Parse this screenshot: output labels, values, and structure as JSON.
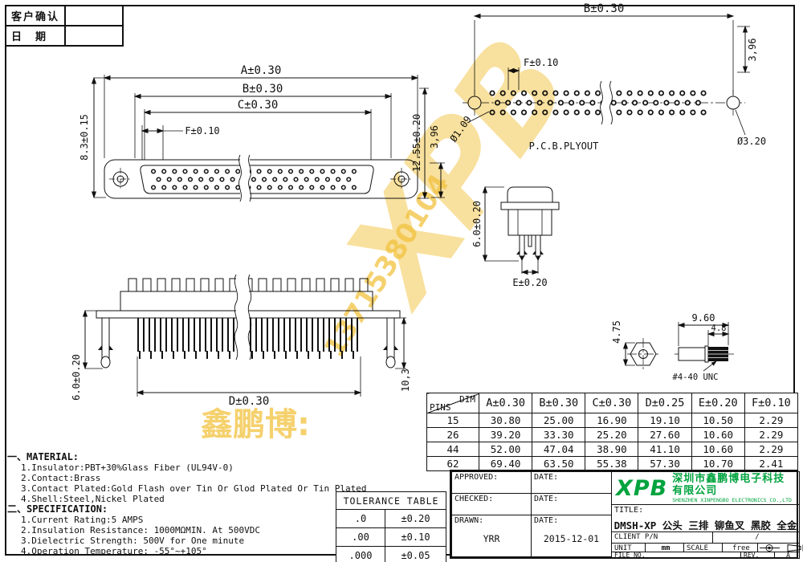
{
  "confirm_box": {
    "row1_label": "客户确认",
    "row2_label": "日　期"
  },
  "drawing": {
    "front": {
      "dim_a": "A±0.30",
      "dim_b": "B±0.30",
      "dim_c": "C±0.30",
      "dim_f": "F±0.10",
      "dim_height": "8.3±0.15",
      "dim_right": "12.55±0.20",
      "dim_396": "3,96"
    },
    "pcb": {
      "dim_b": "B±0.30",
      "dim_f": "F±0.10",
      "dim_396": "3,96",
      "dia_pin": "Ø1.09",
      "dia_hole": "Ø3.20",
      "caption": "P.C.B.PLYOUT"
    },
    "side": {
      "dim_height": "6.0±0.20",
      "dim_e": "E±0.20"
    },
    "bottom": {
      "dim_d": "D±0.30",
      "dim_103": "10,3",
      "dim_height": "6.0±0.20"
    },
    "screw": {
      "dim_len": "9.60",
      "dim_thread_len": "4.8",
      "dim_hex": "4.75",
      "thread_spec": "#4-40 UNC"
    }
  },
  "dim_table": {
    "corner_top": "DIM",
    "corner_bottom": "PINS",
    "headers": [
      "A±0.30",
      "B±0.30",
      "C±0.30",
      "D±0.25",
      "E±0.20",
      "F±0.10"
    ],
    "rows": [
      {
        "pins": "15",
        "values": [
          "30.80",
          "25.00",
          "16.90",
          "19.10",
          "10.50",
          "2.29"
        ]
      },
      {
        "pins": "26",
        "values": [
          "39.20",
          "33.30",
          "25.20",
          "27.60",
          "10.60",
          "2.29"
        ]
      },
      {
        "pins": "44",
        "values": [
          "52.00",
          "47.04",
          "38.90",
          "41.10",
          "10.60",
          "2.29"
        ]
      },
      {
        "pins": "62",
        "values": [
          "69.40",
          "63.50",
          "55.38",
          "57.30",
          "10.70",
          "2.41"
        ]
      }
    ]
  },
  "notes": {
    "material_title": "一、MATERIAL:",
    "material_items": [
      "1.Insulator:PBT+30%Glass Fiber (UL94V-0)",
      "2.Contact:Brass",
      "3.Contact Plated:Gold Flash over Tin Or Glod Plated Or Tin Plated",
      "4.Shell:Steel,Nickel Plated"
    ],
    "spec_title": "二、SPECIFICATION:",
    "spec_items": [
      "1.Current Rating:5 AMPS",
      "2.Insulation Resistance: 1000MΩMIN. At 500VDC",
      "3.Dielectric Strength: 500V for One minute",
      "4.Operation Temperature: -55°~+105°"
    ]
  },
  "tolerance_table": {
    "title": "TOLERANCE TABLE",
    "rows": [
      {
        "digits": ".0",
        "tol": "±0.20"
      },
      {
        "digits": ".00",
        "tol": "±0.10"
      },
      {
        "digits": ".000",
        "tol": "±0.05"
      }
    ]
  },
  "title_block": {
    "approved_label": "APPROVED:",
    "approved_date_label": "DATE:",
    "checked_label": "CHECKED:",
    "checked_date_label": "DATE:",
    "drawn_label": "DRAWN:",
    "drawn_value": "YRR",
    "drawn_date_label": "DATE:",
    "drawn_date_value": "2015-12-01",
    "logo": "XPB",
    "company_cn": "深圳市鑫鹏博电子科技有限公司",
    "company_en": "SHENZHEN XINPENGBO ELECTRONICS CO.,LTD",
    "title_label": "TITLE:",
    "title_value": "DMSH-XP 公头 三排 铆鱼叉 黑胶 全金",
    "client_label": "CLIENT P/N",
    "client_value": "/",
    "unit_label": "UNIT",
    "unit_value": "mm",
    "scale_label": "SCALE",
    "scale_value": "free",
    "file_label": "FILE NO.",
    "rev_label": "REV.",
    "rev_value": "A"
  },
  "watermark": {
    "logo": "XPB",
    "cn": "鑫鹏博:",
    "phone": "13715380104"
  }
}
